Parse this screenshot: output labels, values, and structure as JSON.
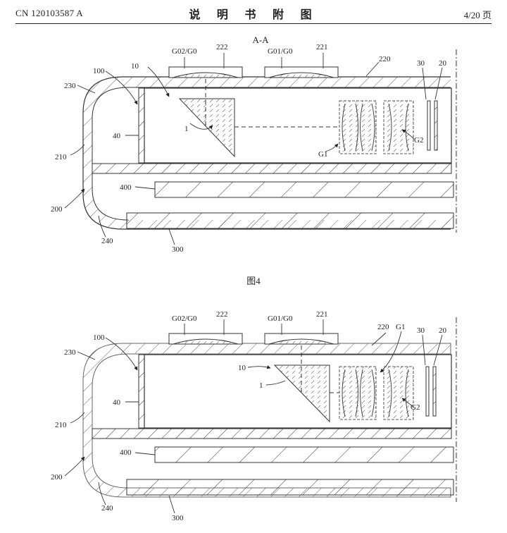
{
  "header": {
    "doc_number": "CN 120103587 A",
    "section_title": "说 明 书 附 图",
    "page_indicator": "4/20 页"
  },
  "figure_top": {
    "section_label": "A-A",
    "caption": "图4",
    "labels": {
      "go2": "G02/G0",
      "l222": "222",
      "go1": "G01/G0",
      "l221": "221",
      "l220": "220",
      "l30": "30",
      "l20": "20",
      "l100": "100",
      "l10": "10",
      "l230": "230",
      "l40": "40",
      "l1": "1",
      "lg1": "G1",
      "lg2": "G2",
      "l210": "210",
      "l400": "400",
      "l200": "200",
      "l240": "240",
      "l300": "300"
    }
  },
  "figure_bottom": {
    "labels": {
      "go2": "G02/G0",
      "l222": "222",
      "go1": "G01/G0",
      "l221": "221",
      "l220": "220",
      "lg1": "G1",
      "l30": "30",
      "l20": "20",
      "l100": "100",
      "l230": "230",
      "l10": "10",
      "l40": "40",
      "l1": "1",
      "lg2": "G2",
      "l210": "210",
      "l400": "400",
      "l200": "200",
      "l240": "240",
      "l300": "300"
    }
  }
}
